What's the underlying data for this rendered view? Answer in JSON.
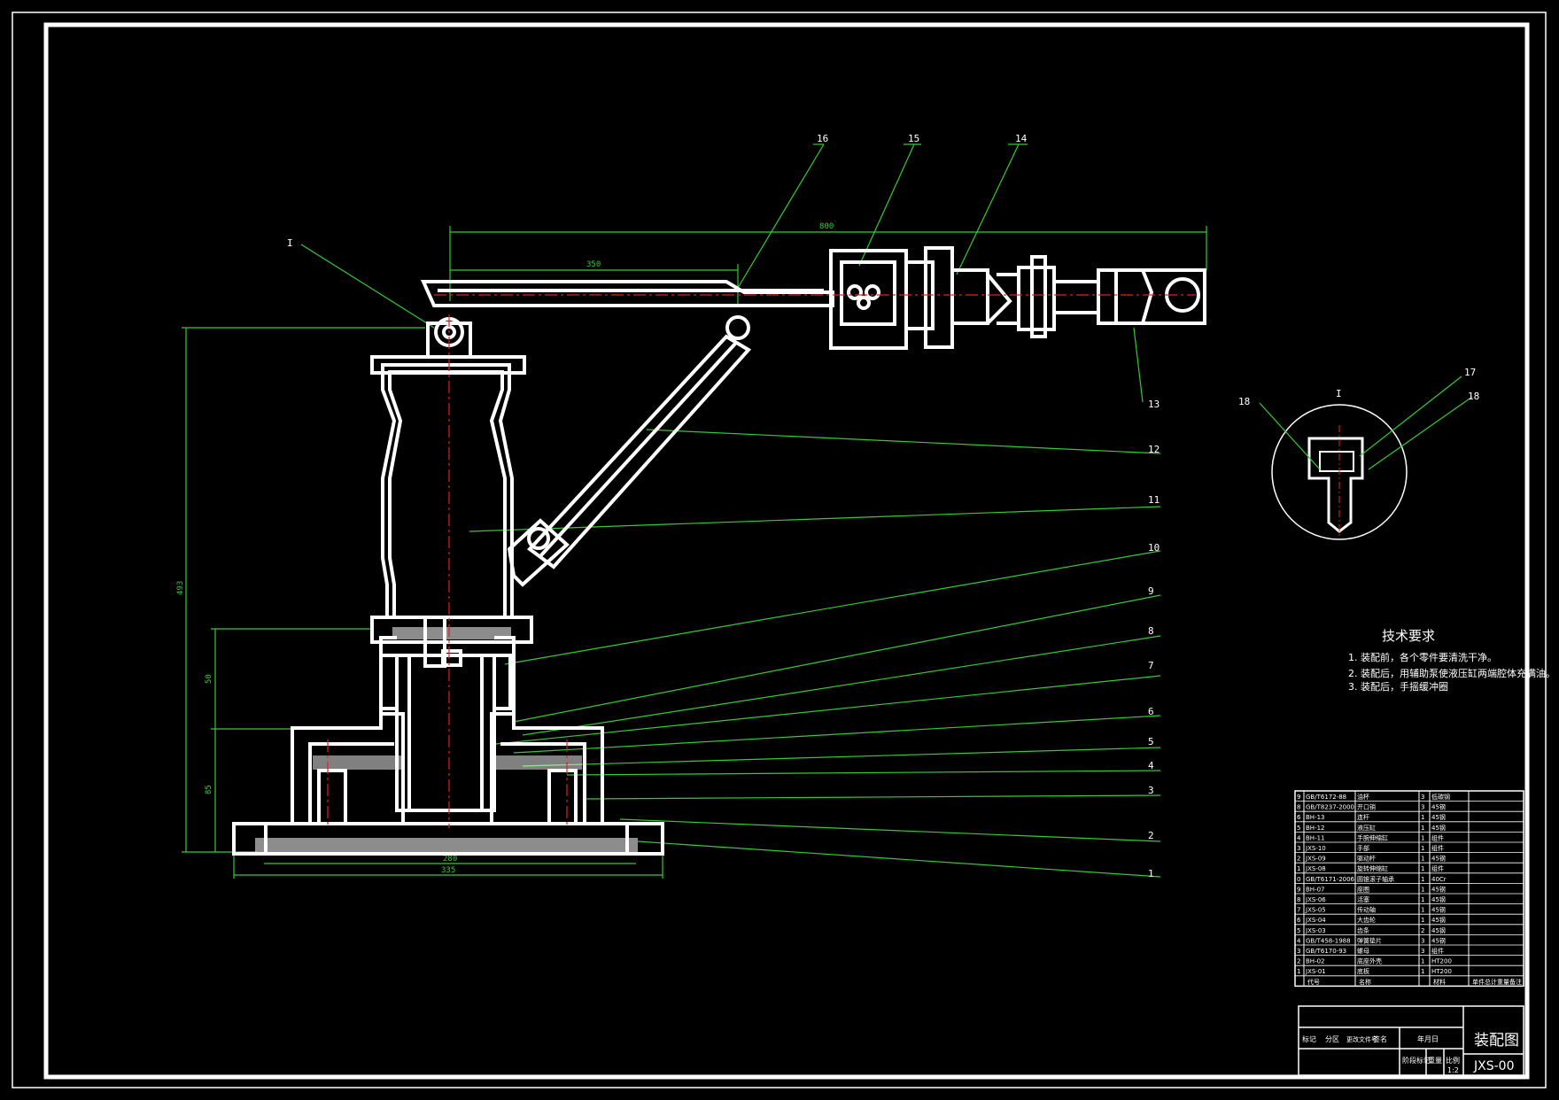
{
  "colors": {
    "background": "#000000",
    "frame": "#ffffff",
    "leader": "#33cc33",
    "center": "#e02020",
    "dim": "#33cc33"
  },
  "parts": [
    "1",
    "2",
    "3",
    "4",
    "5",
    "6",
    "7",
    "8",
    "9",
    "10",
    "11",
    "12",
    "13",
    "14",
    "15",
    "16"
  ],
  "detail": {
    "label": "I",
    "parts": [
      "18",
      "17",
      "18"
    ],
    "ref": "I"
  },
  "dims": {
    "top_total": "800",
    "top_mid": "350",
    "height": "493",
    "h1": "50",
    "h2": "85",
    "base1": "280",
    "base2": "335"
  },
  "tech": {
    "title": "技术要求",
    "items": [
      "1. 装配前，各个零件要清洗干净。",
      "2. 装配后，用辅助泵使液压缸两端腔体充满油。",
      "3. 装配后，手摇缓冲圈"
    ]
  },
  "bom": {
    "rows": [
      [
        "9",
        "GB/T6172-88",
        "油杯",
        "3",
        "低碳钢",
        ""
      ],
      [
        "8",
        "GB/T8237-2000",
        "开口销",
        "3",
        "45钢",
        ""
      ],
      [
        "6",
        "BH-13",
        "连杆",
        "1",
        "45钢",
        ""
      ],
      [
        "5",
        "BH-12",
        "液压缸",
        "1",
        "45钢",
        ""
      ],
      [
        "4",
        "BH-11",
        "手腕伸缩缸",
        "1",
        "组件",
        ""
      ],
      [
        "3",
        "JXS-10",
        "手部",
        "1",
        "组件",
        ""
      ],
      [
        "2",
        "JXS-09",
        "驱动杆",
        "1",
        "45钢",
        ""
      ],
      [
        "1",
        "JXS-08",
        "旋转伸缩缸",
        "1",
        "组件",
        ""
      ],
      [
        "0",
        "GB/T6171-2006",
        "圆锥滚子轴承",
        "1",
        "40Cr",
        ""
      ],
      [
        "9",
        "BH-07",
        "座圈",
        "1",
        "45钢",
        ""
      ],
      [
        "8",
        "JXS-06",
        "活塞",
        "1",
        "45钢",
        ""
      ],
      [
        "7",
        "JXS-05",
        "传动轴",
        "1",
        "45钢",
        ""
      ],
      [
        "6",
        "JXS-04",
        "大齿轮",
        "1",
        "45钢",
        ""
      ],
      [
        "5",
        "JXS-03",
        "齿条",
        "2",
        "45钢",
        ""
      ],
      [
        "4",
        "GB/T458-1988",
        "弹簧垫片",
        "3",
        "45钢",
        ""
      ],
      [
        "3",
        "GB/T6170-93",
        "螺母",
        "3",
        "组件",
        ""
      ],
      [
        "2",
        "BH-02",
        "底座外壳",
        "1",
        "HT200",
        ""
      ],
      [
        "1",
        "JXS-01",
        "底板",
        "1",
        "HT200",
        ""
      ]
    ],
    "header": [
      "代号",
      "名称",
      "材料",
      "单件总计重量",
      "备注"
    ]
  },
  "title_block": {
    "name": "装配图",
    "code": "JXS-00",
    "labels": [
      "标记",
      "分区",
      "更改文件号",
      "签名",
      "年月日",
      "阶段标记",
      "重量",
      "比例"
    ],
    "scale": "1:2"
  }
}
